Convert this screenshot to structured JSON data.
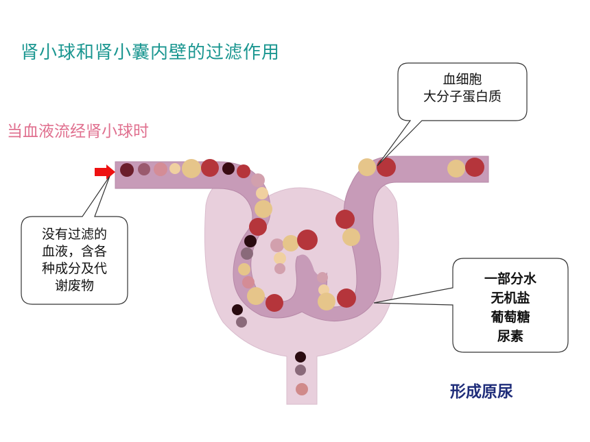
{
  "title": "肾小球和肾小囊内壁的过滤作用",
  "subtitle": "当血液流经肾小球时",
  "result_label": "形成原尿",
  "callout_top_right": {
    "lines": [
      "血细胞",
      "大分子蛋白质"
    ]
  },
  "callout_left": {
    "lines": [
      "没有过滤的",
      "血液，含各",
      "种成分及代",
      "谢废物"
    ]
  },
  "callout_right": {
    "lines": [
      "一部分水",
      "无机盐",
      "葡萄糖",
      "尿素"
    ]
  },
  "colors": {
    "title": "#1a9690",
    "subtitle": "#e0708f",
    "result": "#1f2d7a",
    "vessel": "#c79bb8",
    "capsule": "#e8cfdc",
    "red_cell": "#b5353b",
    "protein": "#e6c58a",
    "arrow": "#ee1111"
  }
}
